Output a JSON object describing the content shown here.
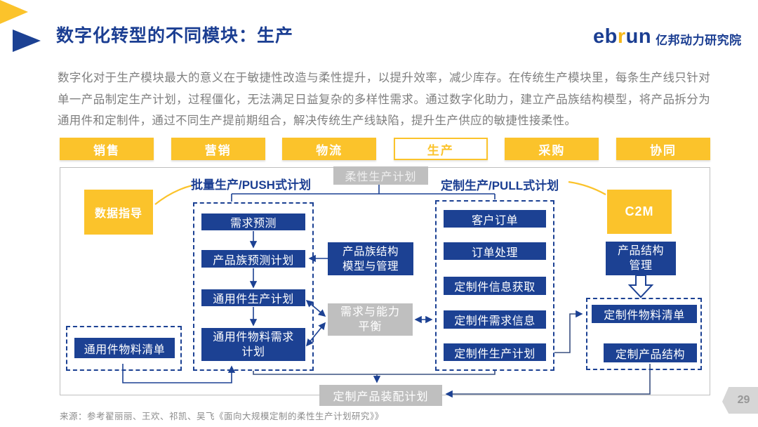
{
  "header": {
    "title": "数字化转型的不同模块：生产",
    "logo_part1": "eb",
    "logo_accent": "r",
    "logo_part2": "un",
    "logo_org": "亿邦动力研究院"
  },
  "intro": "数字化对于生产模块最大的意义在于敏捷性改造与柔性提升，以提升效率，减少库存。在传统生产模块里，每条生产线只针对单一产品制定生产计划，过程僵化，无法满足日益复杂的多样性需求。通过数字化助力，建立产品族结构模型，将产品拆分为通用件和定制件，通过不同生产提前期组合，解决传统生产线缺陷，提升生产供应的敏捷性接柔性。",
  "tabs": [
    {
      "label": "销售",
      "active": false
    },
    {
      "label": "营销",
      "active": false
    },
    {
      "label": "物流",
      "active": false
    },
    {
      "label": "生产",
      "active": true
    },
    {
      "label": "采购",
      "active": false
    },
    {
      "label": "协同",
      "active": false
    }
  ],
  "diagram": {
    "flex_plan": "柔性生产计划",
    "push_label": "批量生产/PUSH式计划",
    "pull_label": "定制生产/PULL式计划",
    "data_guide": "数据指导",
    "c2m": "C2M",
    "push_steps": [
      "需求预测",
      "产品族预测计划",
      "通用件生产计划",
      "通用件物料需求计划"
    ],
    "family_model": "产品族结构模型与管理",
    "demand_capacity": "需求与能力平衡",
    "pull_steps": [
      "客户订单",
      "订单处理",
      "定制件信息获取",
      "定制件需求信息",
      "定制件生产计划"
    ],
    "product_structure": "产品结构管理",
    "custom_bom": "定制件物料清单",
    "custom_structure": "定制产品结构",
    "common_bom": "通用件物料清单",
    "assembly": "定制产品装配计划"
  },
  "footer": {
    "source": "来源：参考翟丽丽、王欢、祁凯、吴飞《面向大规模定制的柔性生产计划研究》》",
    "page": "29"
  },
  "colors": {
    "blue": "#1C4193",
    "yellow": "#FBC32B",
    "gray_box": "#BFBFBF",
    "text_gray": "#7F7F7F"
  }
}
